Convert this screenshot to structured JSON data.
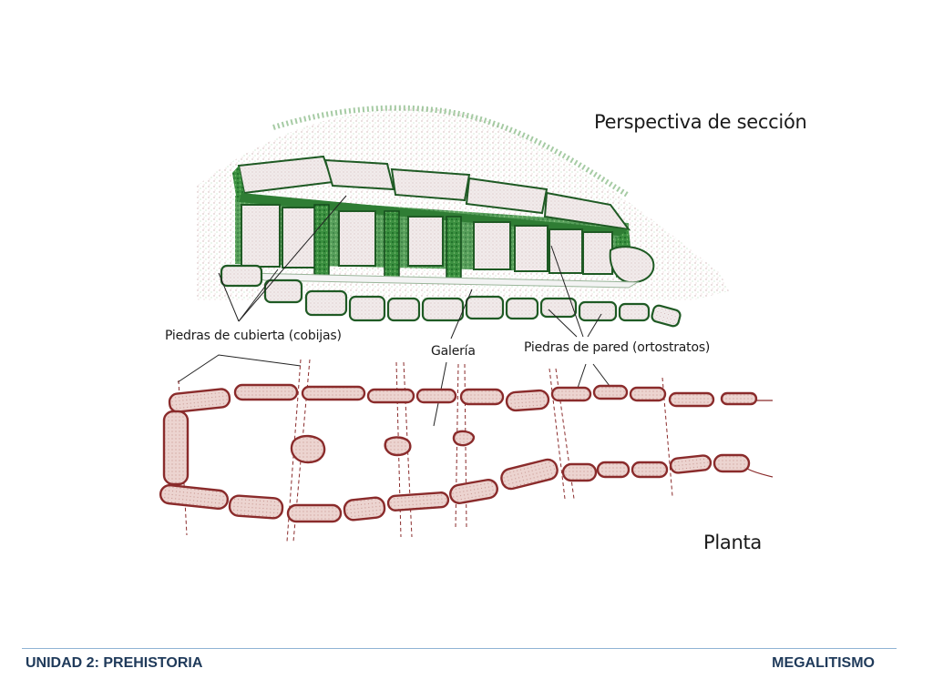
{
  "diagram": {
    "labels": {
      "perspective": "Perspectiva de sección",
      "cover_stones": "Piedras de cubierta (cobijas)",
      "gallery": "Galería",
      "wall_stones": "Piedras de pared (ortostratos)",
      "plan": "Planta"
    },
    "colors": {
      "moss_green": "#1f7a2c",
      "stone_fill": "#ece6e6",
      "plan_outline": "#8a2b2b",
      "plan_fill": "#e8c9c4",
      "leader_line": "#222222"
    }
  },
  "footer": {
    "left": "UNIDAD 2: PREHISTORIA",
    "right": "MEGALITISMO",
    "rule_color": "#8fb3d4"
  }
}
